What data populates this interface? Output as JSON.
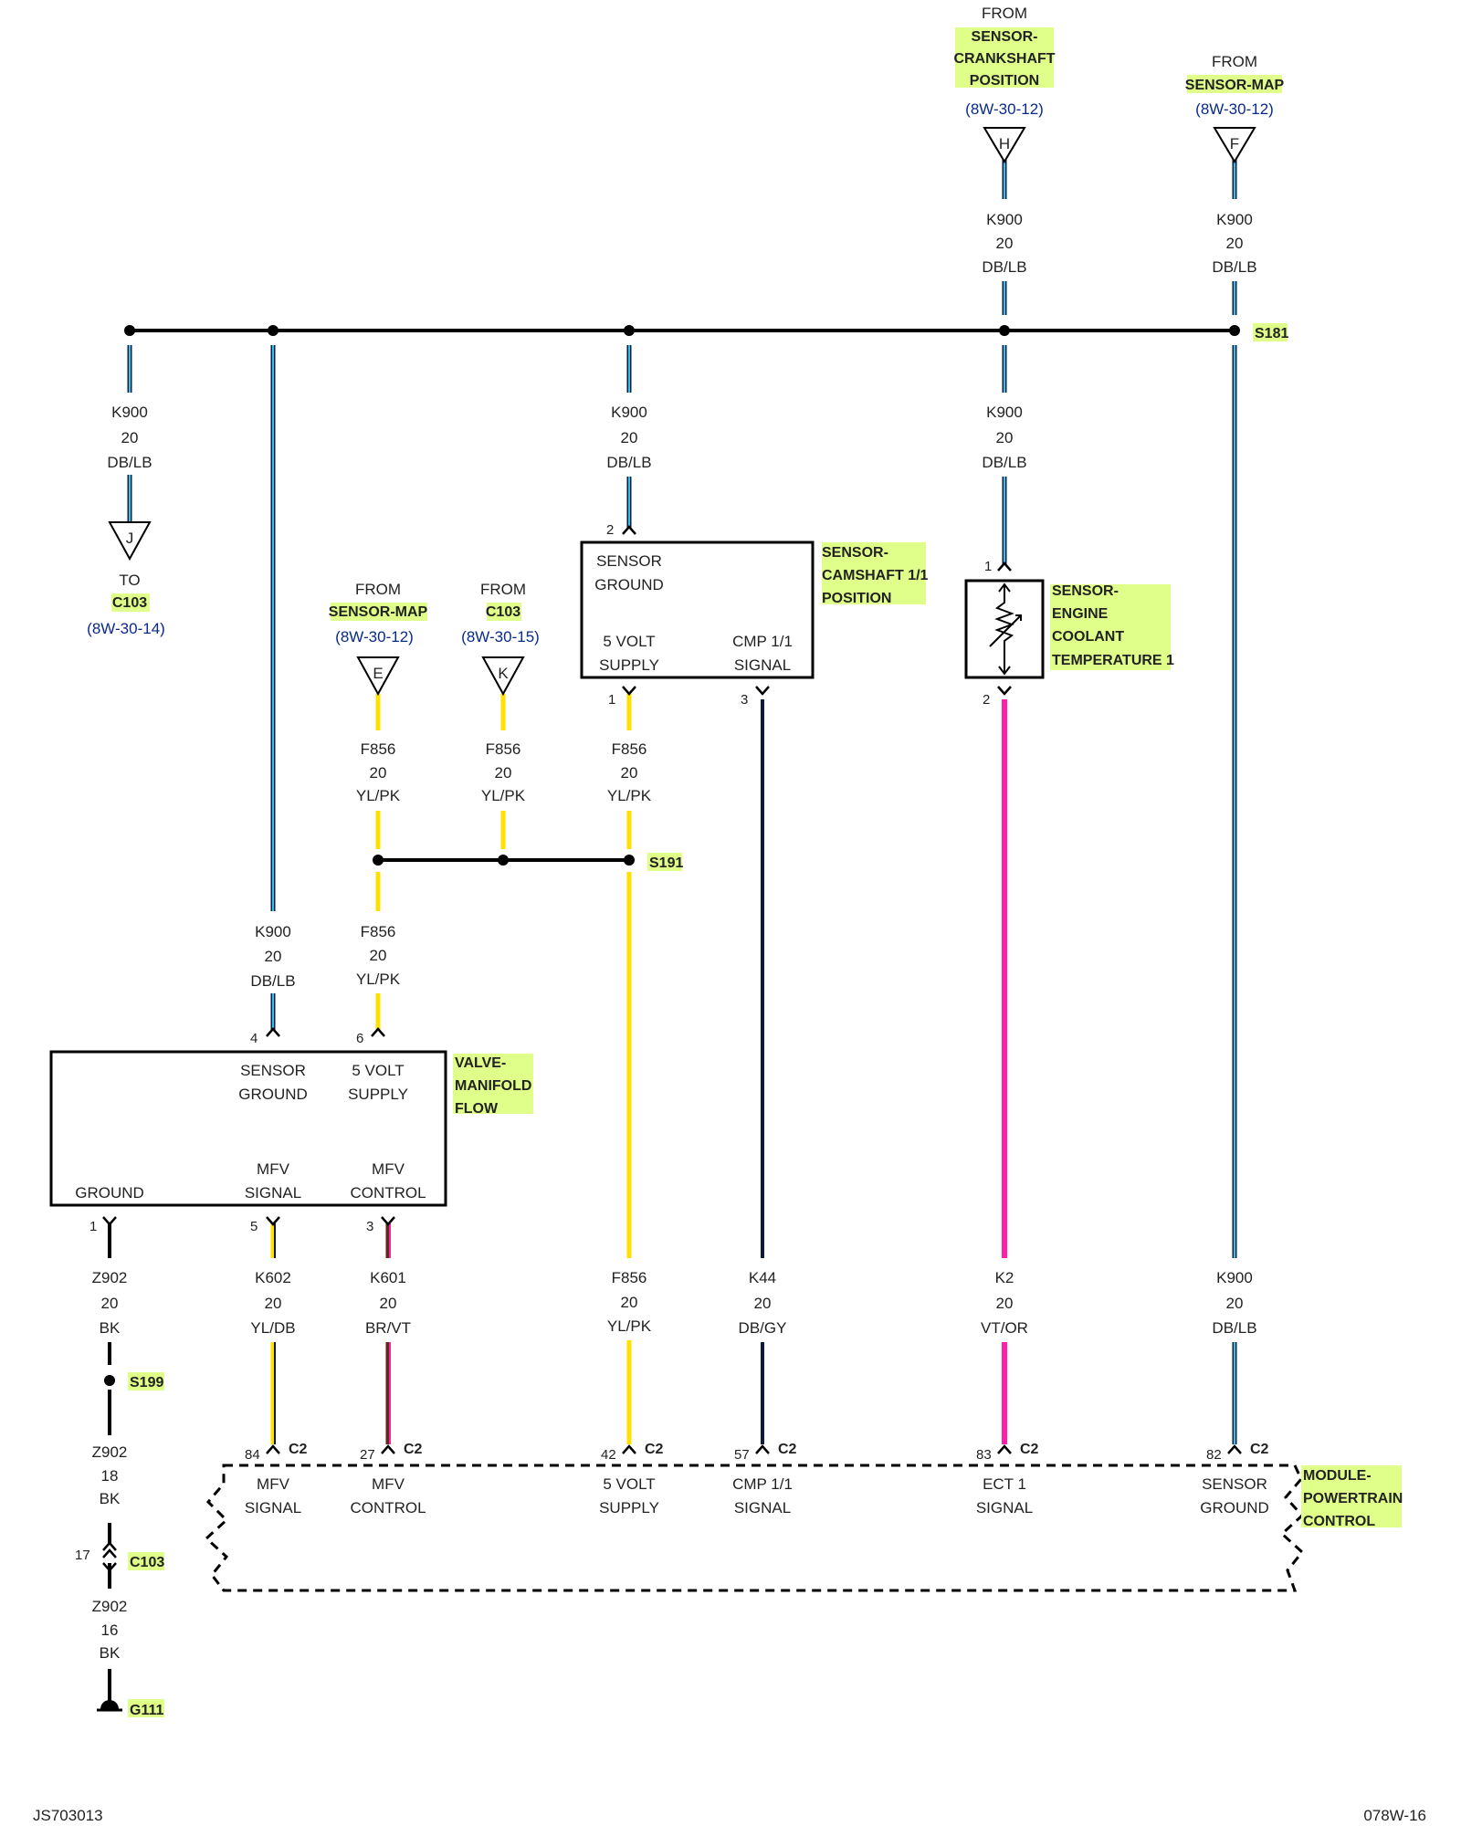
{
  "colors": {
    "highlight": "#e0ff8a",
    "splice": "#000000",
    "ref_text": "#0a2a8a",
    "DB/LB": [
      "#0a1a40",
      "#2ec4e8"
    ],
    "YL/PK": [
      "#ffe000",
      "#ffe000"
    ],
    "YL/DB": [
      "#ffe000",
      "#0a1a40"
    ],
    "BR/VT": [
      "#5a2a1a",
      "#ff1fa8"
    ],
    "DB/GY": [
      "#0a1a40",
      "#0a1a40"
    ],
    "VT/OR": [
      "#ff1fa8",
      "#ff1fa8"
    ],
    "BK": [
      "#000000",
      "#000000"
    ]
  },
  "crank_from": {
    "from": "FROM",
    "name1": "SENSOR-",
    "name2": "CRANKSHAFT",
    "name3": "POSITION",
    "ref": "(8W-30-12)",
    "connector": "H"
  },
  "map_top_from": {
    "from": "FROM",
    "name": "SENSOR-MAP",
    "ref": "(8W-30-12)",
    "connector": "F"
  },
  "wire_k900": {
    "circuit": "K900",
    "gauge": "20",
    "color": "DB/LB"
  },
  "wire_f856": {
    "circuit": "F856",
    "gauge": "20",
    "color": "YL/PK"
  },
  "splice_s181": "S181",
  "splice_s191": "S191",
  "to_c103": {
    "to": "TO",
    "name": "C103",
    "ref": "(8W-30-14)",
    "connector": "J"
  },
  "map_mid_from": {
    "from": "FROM",
    "name": "SENSOR-MAP",
    "ref": "(8W-30-12)",
    "connector": "E"
  },
  "c103_from": {
    "from": "FROM",
    "name": "C103",
    "ref": "(8W-30-15)",
    "connector": "K"
  },
  "camshaft_sensor": {
    "name1": "SENSOR-",
    "name2": "CAMSHAFT 1/1",
    "name3": "POSITION",
    "pin_top": "2",
    "sensor_ground1": "SENSOR",
    "sensor_ground2": "GROUND",
    "supply1": "5 VOLT",
    "supply2": "SUPPLY",
    "signal1": "CMP 1/1",
    "signal2": "SIGNAL",
    "pin_supply": "1",
    "pin_signal": "3"
  },
  "ect_sensor": {
    "name1": "SENSOR-",
    "name2": "ENGINE",
    "name3": "COOLANT",
    "name4": "TEMPERATURE 1",
    "pin_top": "1",
    "pin_bottom": "2"
  },
  "mfv_valve": {
    "name1": "VALVE-",
    "name2": "MANIFOLD",
    "name3": "FLOW",
    "pin_ground_sensor": "4",
    "pin_supply": "6",
    "sg1": "SENSOR",
    "sg2": "GROUND",
    "sup1": "5 VOLT",
    "sup2": "SUPPLY",
    "gnd": "GROUND",
    "sig1": "MFV",
    "sig2": "SIGNAL",
    "ctl1": "MFV",
    "ctl2": "CONTROL",
    "pin_gnd": "1",
    "pin_sig": "5",
    "pin_ctl": "3"
  },
  "wires_bottom": {
    "z902_a": {
      "circuit": "Z902",
      "gauge": "20",
      "color": "BK"
    },
    "k602": {
      "circuit": "K602",
      "gauge": "20",
      "color": "YL/DB"
    },
    "k601": {
      "circuit": "K601",
      "gauge": "20",
      "color": "BR/VT"
    },
    "f856": {
      "circuit": "F856",
      "gauge": "20",
      "color": "YL/PK"
    },
    "k44": {
      "circuit": "K44",
      "gauge": "20",
      "color": "DB/GY"
    },
    "k2": {
      "circuit": "K2",
      "gauge": "20",
      "color": "VT/OR"
    },
    "k900": {
      "circuit": "K900",
      "gauge": "20",
      "color": "DB/LB"
    },
    "z902_b": {
      "circuit": "Z902",
      "gauge": "18",
      "color": "BK"
    },
    "z902_c": {
      "circuit": "Z902",
      "gauge": "16",
      "color": "BK"
    }
  },
  "splice_s199": "S199",
  "c103_inline": {
    "pin": "17",
    "name": "C103"
  },
  "ground_g111": "G111",
  "pcm": {
    "name1": "MODULE-",
    "name2": "POWERTRAIN",
    "name3": "CONTROL",
    "connector": "C2",
    "pins": [
      {
        "pin": "84",
        "l1": "MFV",
        "l2": "SIGNAL"
      },
      {
        "pin": "27",
        "l1": "MFV",
        "l2": "CONTROL"
      },
      {
        "pin": "42",
        "l1": "5 VOLT",
        "l2": "SUPPLY"
      },
      {
        "pin": "57",
        "l1": "CMP 1/1",
        "l2": "SIGNAL"
      },
      {
        "pin": "83",
        "l1": "ECT 1",
        "l2": "SIGNAL"
      },
      {
        "pin": "82",
        "l1": "SENSOR",
        "l2": "GROUND"
      }
    ]
  },
  "footer": {
    "left": "JS703013",
    "right": "078W-16"
  }
}
